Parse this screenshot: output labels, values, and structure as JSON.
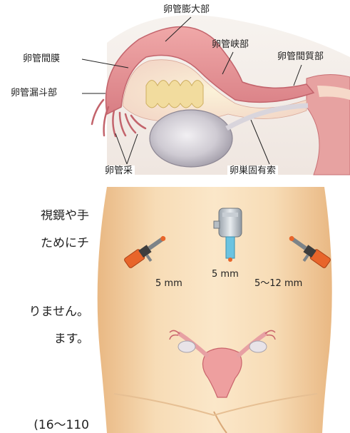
{
  "anatomy": {
    "labels": {
      "ampulla": "卵管膨大部",
      "mesosalpinx": "卵管間膜",
      "isthmus": "卵管峡部",
      "interstitial": "卵管間質部",
      "infundibulum": "卵管漏斗部",
      "fimbriae": "卵管采",
      "ovarian_ligament": "卵巣固有索"
    }
  },
  "surgery": {
    "ports": {
      "center": "5 mm",
      "left": "5 mm",
      "right": "5～12 mm"
    }
  },
  "body_text": {
    "line1": "視鏡や手",
    "line2": "ためにチ",
    "line3": "りません。",
    "line4": "ます。",
    "line5": "(16～110"
  },
  "colors": {
    "uterus": "#e89a9c",
    "uterus_dark": "#c9646b",
    "ovary": "#c9c6cc",
    "skin": "#f3d6ad",
    "port_orange": "#e8652a",
    "port_blue": "#6cc3e0"
  }
}
